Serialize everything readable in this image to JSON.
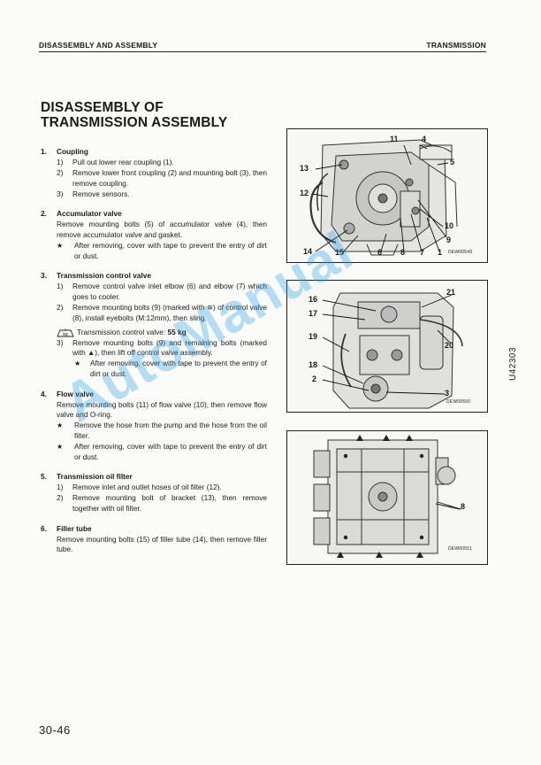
{
  "header": {
    "left": "DISASSEMBLY AND ASSEMBLY",
    "right": "TRANSMISSION"
  },
  "title": {
    "line1": "DISASSEMBLY OF",
    "line2": "TRANSMISSION ASSEMBLY"
  },
  "sections": {
    "s1": {
      "num": "1.",
      "title": "Coupling",
      "steps": [
        {
          "n": "1)",
          "text": "Pull out lower rear coupling (1)."
        },
        {
          "n": "2)",
          "text": "Remove lower front coupling (2) and mounting bolt (3), then remove coupling."
        },
        {
          "n": "3)",
          "text": "Remove sensors."
        }
      ]
    },
    "s2": {
      "num": "2.",
      "title": "Accumulator valve",
      "para": "Remove mounting bolts (5) of accumulator valve (4), then remove accumulator valve and gasket.",
      "star": "After removing, cover with tape to prevent the entry of dirt or dust."
    },
    "s3": {
      "num": "3.",
      "title": "Transmission control valve",
      "step1": {
        "n": "1)",
        "text": "Remove control valve inlet elbow (6) and elbow (7) which goes to cooler."
      },
      "step2": {
        "n": "2)",
        "text": "Remove mounting bolts (9) (marked with ≋) of control valve (8), install eyebolts (M:12mm), then sling."
      },
      "kg_label": "Transmission control valve:",
      "kg_value": "55 kg",
      "step3": {
        "n": "3)",
        "text": "Remove mounting bolts (9) and remaining bolts (marked with ▲), then lift off control valve assembly."
      },
      "star": "After removing, cover with tape to prevent the entry of dirt or dust."
    },
    "s4": {
      "num": "4.",
      "title": "Flow valve",
      "para": "Remove mounting bolts (11) of flow valve (10), then remove flow valve and O-ring.",
      "star1": "Remove the hose from the pump and the hose from the oil filter.",
      "star2": "After removing, cover with tape to prevent the entry of dirt or dust."
    },
    "s5": {
      "num": "5.",
      "title": "Transmission oil filter",
      "steps": [
        {
          "n": "1)",
          "text": "Remove inlet and outlet hoses of oil filter (12)."
        },
        {
          "n": "2)",
          "text": "Remove mounting bolt of bracket (13), then remove together with oil filter."
        }
      ]
    },
    "s6": {
      "num": "6.",
      "title": "Filler tube",
      "para": "Remove mounting bolts (15) of filler tube (14), then remove filler tube."
    }
  },
  "star_symbol": "★",
  "kg_icon_text": "kg",
  "figures": {
    "fig1": {
      "code": "DEW00549",
      "labels": {
        "l11": "11",
        "l4": "4",
        "l5": "5",
        "l13": "13",
        "l12": "12",
        "l10": "10",
        "l9": "9",
        "l14": "14",
        "l15": "15",
        "l6": "6",
        "l8": "8",
        "l7": "7",
        "l1": "1"
      }
    },
    "fig2": {
      "code": "DEW00550",
      "labels": {
        "l16": "16",
        "l21": "21",
        "l17": "17",
        "l19": "19",
        "l20": "20",
        "l18": "18",
        "l2": "2",
        "l3": "3"
      }
    },
    "fig3": {
      "code": "DEW00551",
      "labels": {
        "l8": "8"
      }
    }
  },
  "side_code": "U42303",
  "watermark": "AutoManual",
  "page_number": "30-46"
}
